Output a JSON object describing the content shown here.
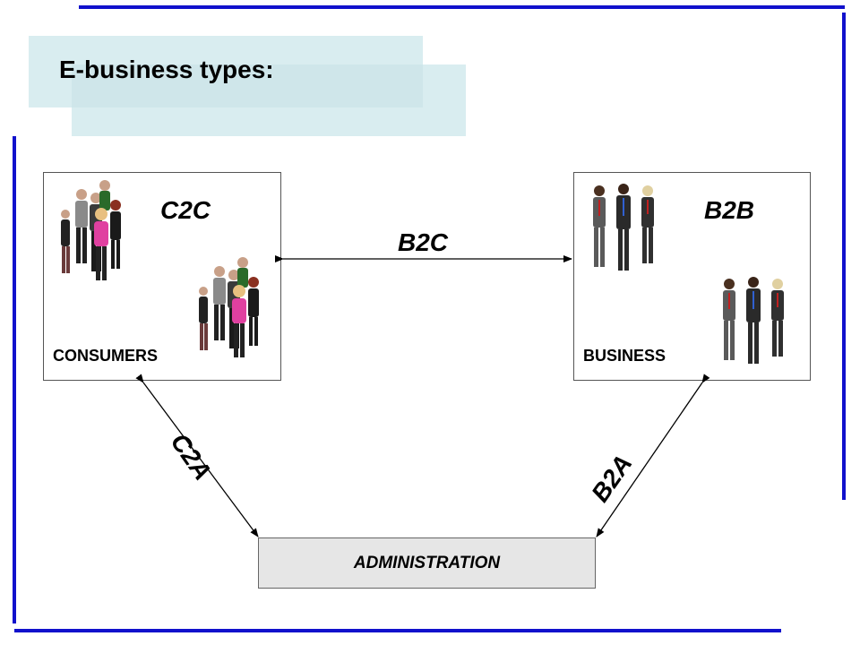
{
  "title": "E-business types:",
  "nodes": {
    "consumers": {
      "label": "CONSUMERS",
      "inner_label": "C2C"
    },
    "business": {
      "label": "BUSINESS",
      "inner_label": "B2B"
    },
    "administration": {
      "label": "ADMINISTRATION"
    }
  },
  "edges": [
    {
      "from": "consumers",
      "to": "business",
      "label": "B2C"
    },
    {
      "from": "consumers",
      "to": "administration",
      "label": "C2A"
    },
    {
      "from": "business",
      "to": "administration",
      "label": "B2A"
    }
  ],
  "colors": {
    "frame": "#1111cc",
    "title_background": "#d9edf0",
    "admin_background": "#e6e6e6"
  }
}
